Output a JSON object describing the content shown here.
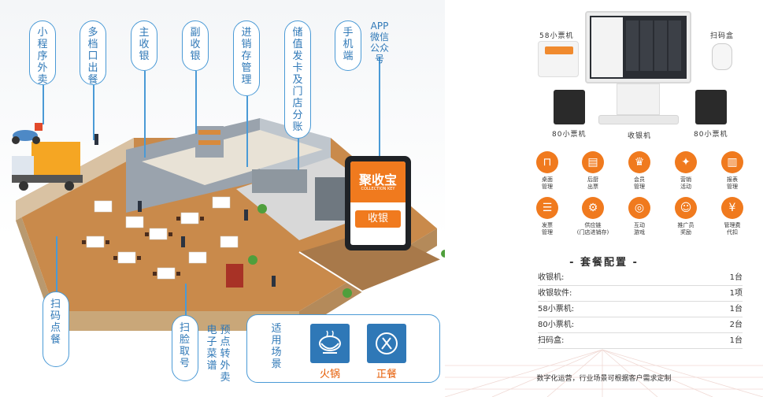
{
  "left_labels": [
    "小程序外卖",
    "多档口出餐",
    "主收银",
    "副收银",
    "进销存管理",
    "储值发卡及门店分账",
    "手机端"
  ],
  "app_label": "APP微信公众号",
  "bottom_labels": [
    "扫码点餐",
    "扫脸取号"
  ],
  "bottom_text_cols": [
    "电子菜谱",
    "预点转外卖"
  ],
  "scene": {
    "title": "适用场景",
    "items": [
      {
        "label": "火锅",
        "icon": "hotpot-icon"
      },
      {
        "label": "正餐",
        "icon": "cutlery-icon"
      }
    ]
  },
  "tablet": {
    "brand": "聚收宝",
    "brand_en": "COLLECTION KEY",
    "button": "收银"
  },
  "devices": {
    "printer58": "58小票机",
    "scanner": "扫码盒",
    "printer80_left": "80小票机",
    "pos": "收银机",
    "printer80_right": "80小票机"
  },
  "features": [
    {
      "label": "桌面\n管理",
      "icon": "table-icon"
    },
    {
      "label": "后厨\n出票",
      "icon": "printer-icon"
    },
    {
      "label": "会员\n管理",
      "icon": "crown-icon"
    },
    {
      "label": "营销\n活动",
      "icon": "megaphone-icon"
    },
    {
      "label": "报表\n管理",
      "icon": "report-icon"
    },
    {
      "label": "发票\n管理",
      "icon": "invoice-icon"
    },
    {
      "label": "供应链\n(门店进销存)",
      "icon": "supply-chain-icon"
    },
    {
      "label": "互动\n游戏",
      "icon": "gamepad-icon"
    },
    {
      "label": "推广员\n奖励",
      "icon": "promoter-icon"
    },
    {
      "label": "管理费\n代扣",
      "icon": "fee-icon"
    }
  ],
  "config": {
    "title": "- 套餐配置 -",
    "rows": [
      {
        "name": "收银机:",
        "qty": "1台"
      },
      {
        "name": "收银软件:",
        "qty": "1项"
      },
      {
        "name": "58小票机:",
        "qty": "1台"
      },
      {
        "name": "80小票机:",
        "qty": "2台"
      },
      {
        "name": "扫码盒:",
        "qty": "1台"
      }
    ]
  },
  "footer": "数字化运营，行业场景可根据客户需求定制",
  "colors": {
    "accent": "#f07a1e",
    "blue": "#2f78b7",
    "line": "#4a9ad6"
  }
}
